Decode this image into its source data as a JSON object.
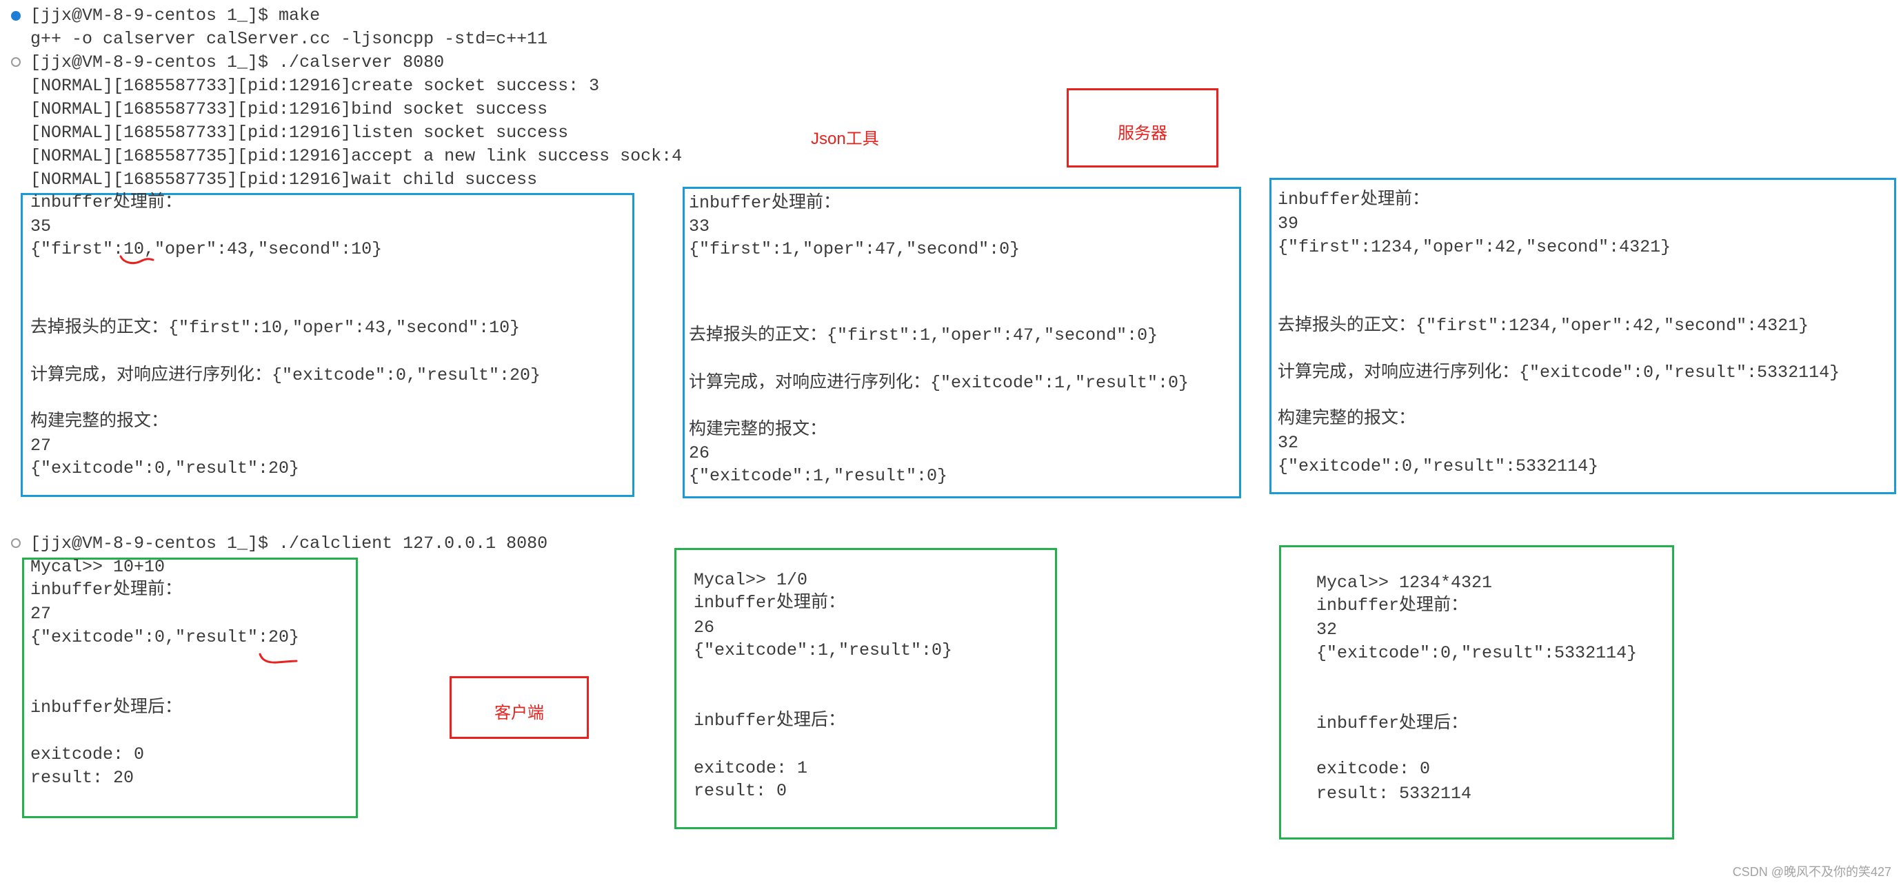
{
  "server_terminal": {
    "lines": [
      "[jjx@VM-8-9-centos 1_]$ make",
      "g++ -o calserver calServer.cc -ljsoncpp -std=c++11",
      "[jjx@VM-8-9-centos 1_]$ ./calserver 8080",
      "[NORMAL][1685587733][pid:12916]create socket success: 3",
      "[NORMAL][1685587733][pid:12916]bind socket success",
      "[NORMAL][1685587733][pid:12916]listen socket success",
      "[NORMAL][1685587735][pid:12916]accept a new link success sock:4",
      "[NORMAL][1685587735][pid:12916]wait child success"
    ]
  },
  "server_logs": [
    {
      "lines": [
        "inbuffer处理前：",
        "35",
        "{\"first\":10,\"oper\":43,\"second\":10}",
        "去掉报头的正文：{\"first\":10,\"oper\":43,\"second\":10}",
        "计算完成，对响应进行序列化：{\"exitcode\":0,\"result\":20}",
        "构建完整的报文：",
        "27",
        "{\"exitcode\":0,\"result\":20}"
      ]
    },
    {
      "lines": [
        "inbuffer处理前：",
        "33",
        "{\"first\":1,\"oper\":47,\"second\":0}",
        "去掉报头的正文：{\"first\":1,\"oper\":47,\"second\":0}",
        "计算完成，对响应进行序列化：{\"exitcode\":1,\"result\":0}",
        "构建完整的报文：",
        "26",
        "{\"exitcode\":1,\"result\":0}"
      ]
    },
    {
      "lines": [
        "inbuffer处理前：",
        "39",
        "{\"first\":1234,\"oper\":42,\"second\":4321}",
        "去掉报头的正文：{\"first\":1234,\"oper\":42,\"second\":4321}",
        "计算完成，对响应进行序列化：{\"exitcode\":0,\"result\":5332114}",
        "构建完整的报文：",
        "32",
        "{\"exitcode\":0,\"result\":5332114}"
      ]
    }
  ],
  "client_terminal": {
    "command": "[jjx@VM-8-9-centos 1_]$ ./calclient 127.0.0.1 8080"
  },
  "client_logs": [
    {
      "lines": [
        "Mycal>> 10+10",
        "inbuffer处理前：",
        "27",
        "{\"exitcode\":0,\"result\":20}",
        "inbuffer处理后：",
        "exitcode: 0",
        "result: 20"
      ]
    },
    {
      "lines": [
        "Mycal>> 1/0",
        "inbuffer处理前：",
        "26",
        "{\"exitcode\":1,\"result\":0}",
        "inbuffer处理后：",
        "exitcode: 1",
        "result: 0"
      ]
    },
    {
      "lines": [
        "Mycal>> 1234*4321",
        "inbuffer处理前：",
        "32",
        "{\"exitcode\":0,\"result\":5332114}",
        "inbuffer处理后：",
        "exitcode: 0",
        "result: 5332114"
      ]
    }
  ],
  "annotations": {
    "json_tool": "Json工具",
    "server": "服务器",
    "client": "客户端"
  },
  "watermark": "CSDN @晚风不及你的笑427",
  "icons": {
    "first_command_decoration": "command-success-dot",
    "other_command_decoration": "command-default-dot"
  },
  "colors": {
    "server_box_border": "#1a9bd7",
    "client_box_border": "#22b14c",
    "annotation_red": "#e8231f",
    "text": "#3b3b3b",
    "success_dot": "#1f7fd4"
  }
}
